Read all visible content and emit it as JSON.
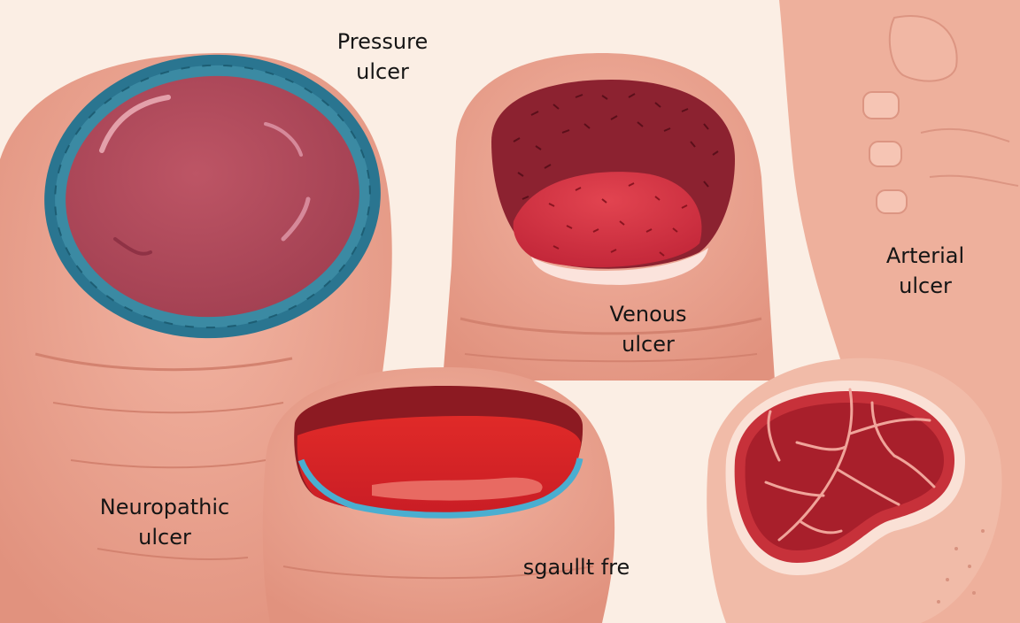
{
  "labels": {
    "pressure": {
      "line1": "Pressure",
      "line2": "ulcer"
    },
    "venous": {
      "line1": "Venous",
      "line2": "ulcer"
    },
    "arterial": {
      "line1": "Arterial",
      "line2": "ulcer"
    },
    "neuropathic": {
      "line1": "Neuropathic",
      "line2": "ulcer"
    },
    "scribble": "sgaullt fre"
  },
  "colors": {
    "background": "#fbeee4",
    "skin": "#e9a592",
    "skin_light": "#f2bcab",
    "skin_shadow": "#d88a77",
    "pressure_wound": "#b2495a",
    "pressure_rim": "#2a7590",
    "venous_wall": "#8c2230",
    "venous_base": "#d8323e",
    "neuropathic_wound": "#d82a2a",
    "neuropathic_rim": "#4aaed0",
    "arterial_wound": "#a81f2b",
    "arterial_veins": "#f0a49a"
  }
}
